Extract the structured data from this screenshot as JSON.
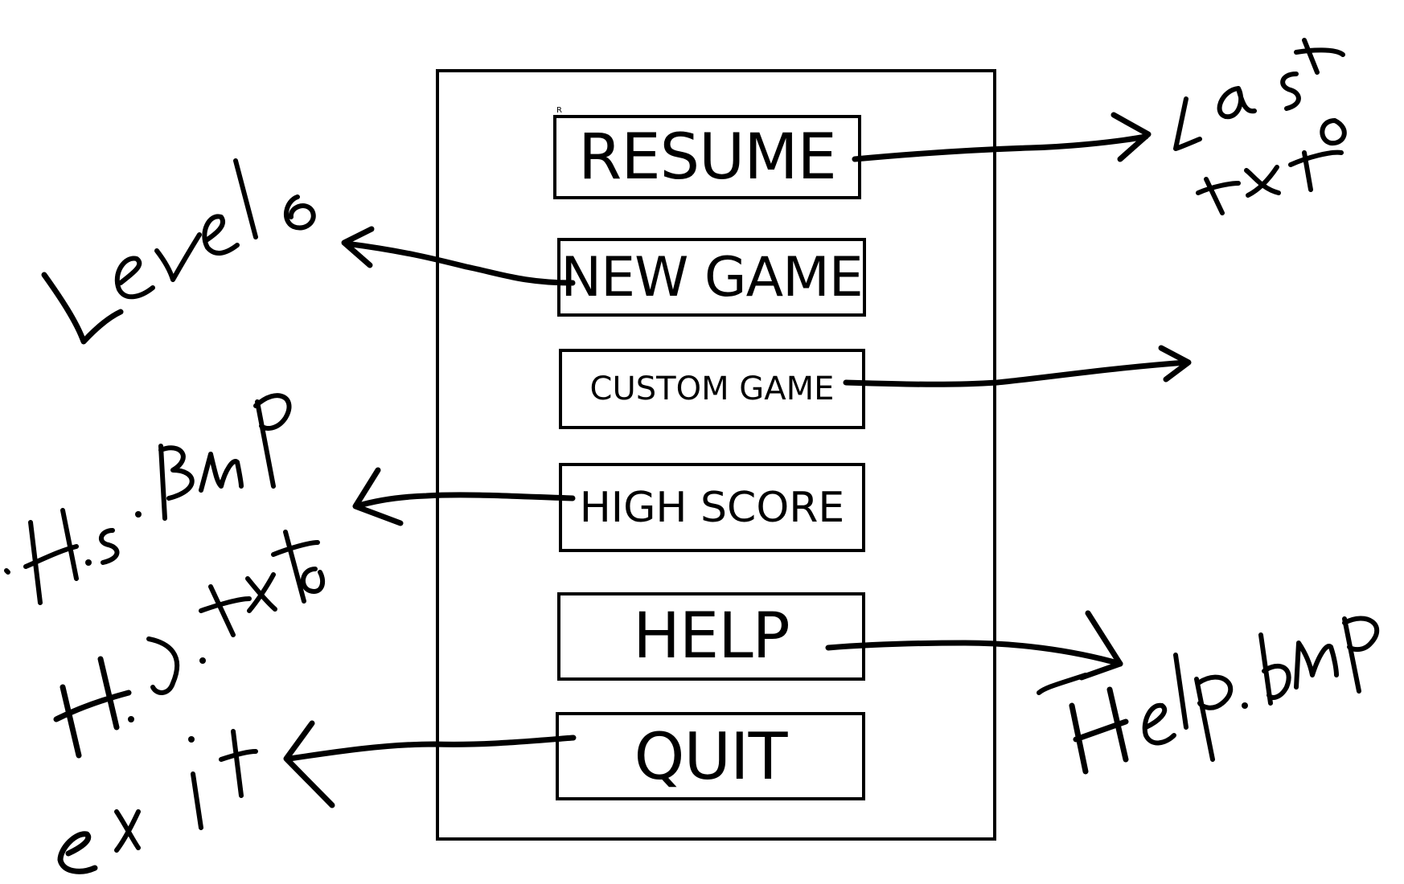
{
  "menu": {
    "buttons": [
      {
        "label": "RESUME"
      },
      {
        "label": "NEW GAME"
      },
      {
        "label": "CUSTOM GAME"
      },
      {
        "label": "HIGH SCORE"
      },
      {
        "label": "HELP"
      },
      {
        "label": "QUIT"
      }
    ],
    "corner_mark": "R"
  },
  "annotations": {
    "resume_target": "Last txt",
    "new_game_target": "Levels",
    "custom_game_target": "",
    "high_score_target_1": "H.S.Bmp",
    "high_score_target_2": "H.S.txt",
    "help_target": "Help.bmp",
    "quit_target": "exit"
  },
  "colors": {
    "ink": "#000000",
    "background": "#ffffff"
  }
}
